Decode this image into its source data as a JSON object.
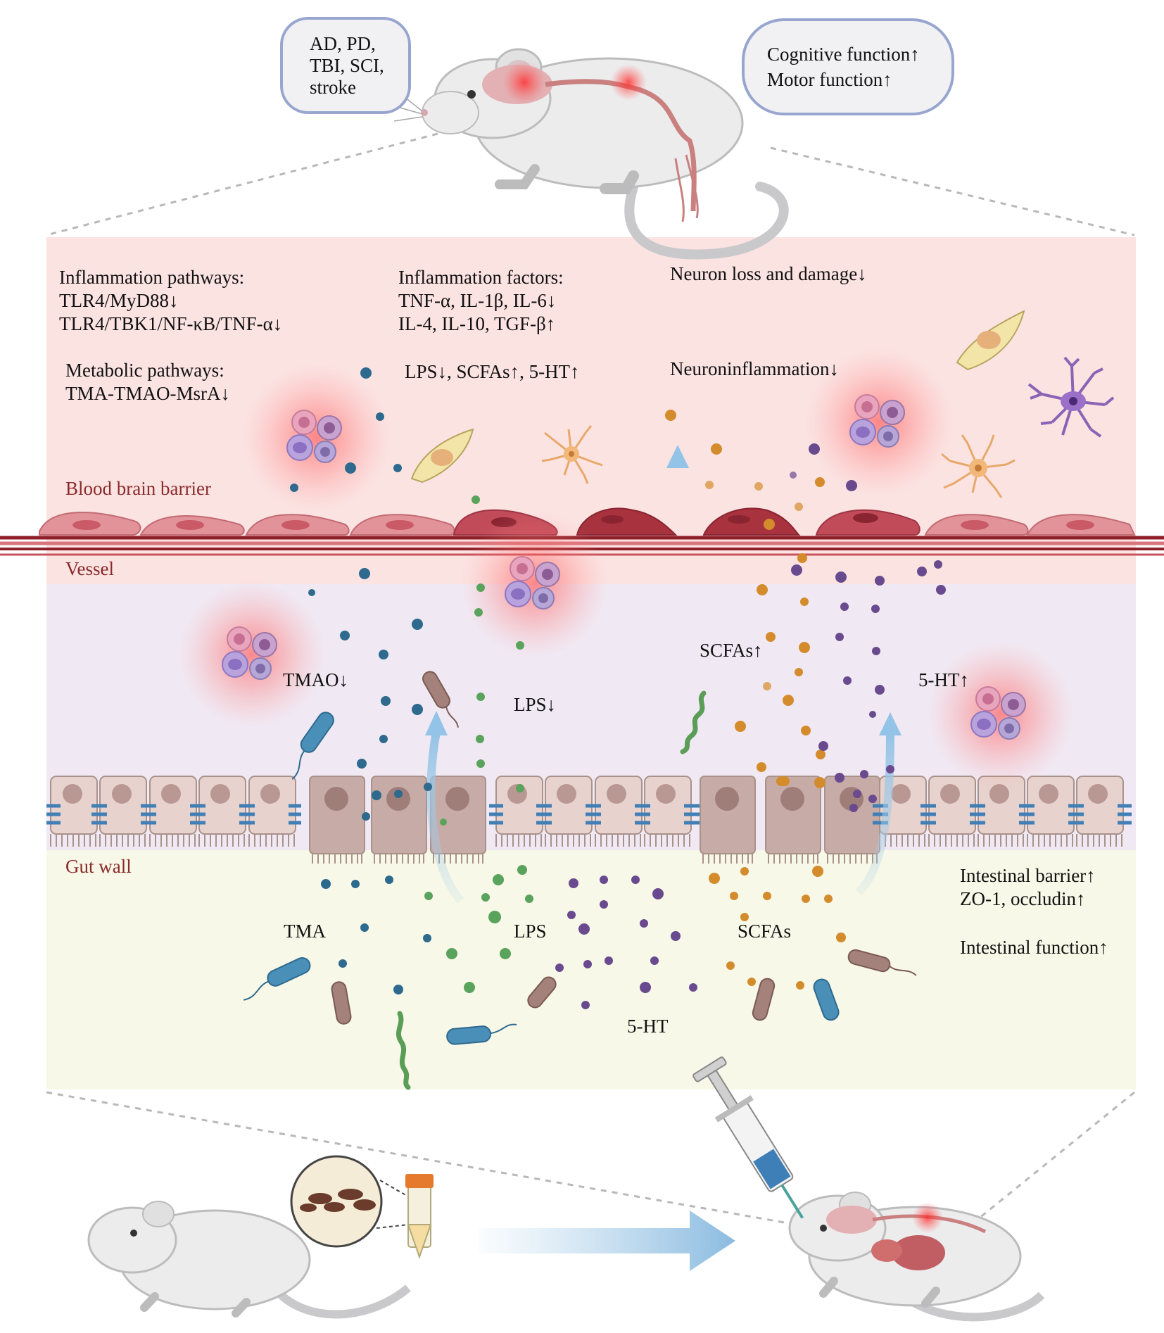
{
  "top_bubbles": {
    "diseases": [
      "AD, PD,",
      "TBI, SCI,",
      "stroke"
    ],
    "outcomes": [
      "Cognitive function↑",
      "Motor function↑"
    ]
  },
  "brain_zone": {
    "inflammation_pathways": {
      "title": "Inflammation pathways:",
      "items": [
        "TLR4/MyD88↓",
        "TLR4/TBK1/NF-κB/TNF-α↓"
      ]
    },
    "metabolic_pathways": {
      "title": "Metabolic pathways:",
      "items": [
        "TMA-TMAO-MsrA↓"
      ]
    },
    "inflammation_factors": {
      "title": "Inflammation factors:",
      "items": [
        "TNF-α, IL-1β, IL-6↓",
        "IL-4, IL-10, TGF-β↑"
      ]
    },
    "metabolites": "LPS↓, SCFAs↑, 5-HT↑",
    "neuron": "Neuron loss and damage↓",
    "neuroinflammation": "Neuroninflammation↓",
    "bbb_label": "Blood brain barrier"
  },
  "vessel_zone": {
    "label": "Vessel",
    "tmao": "TMAO↓",
    "lps": "LPS↓",
    "scfas": "SCFAs↑",
    "serotonin": "5-HT↑"
  },
  "gut_zone": {
    "label": "Gut wall",
    "tma": "TMA",
    "lps": "LPS",
    "scfas": "SCFAs",
    "serotonin": "5-HT",
    "barrier": [
      "Intestinal barrier↑",
      "ZO-1, occludin↑"
    ],
    "function": "Intestinal function↑"
  },
  "colors": {
    "brain_bg": "#fbe3e2",
    "vessel_bg": "#f0e9f3",
    "gut_bg": "#f7f8e7",
    "tma_particle": "#2d6a8e",
    "lps_particle": "#5aa35c",
    "scfa_particle": "#d48b2c",
    "serotonin_particle": "#6a4a8e",
    "arrow": "#a9cfe9",
    "label_red": "#8a2a2a"
  }
}
